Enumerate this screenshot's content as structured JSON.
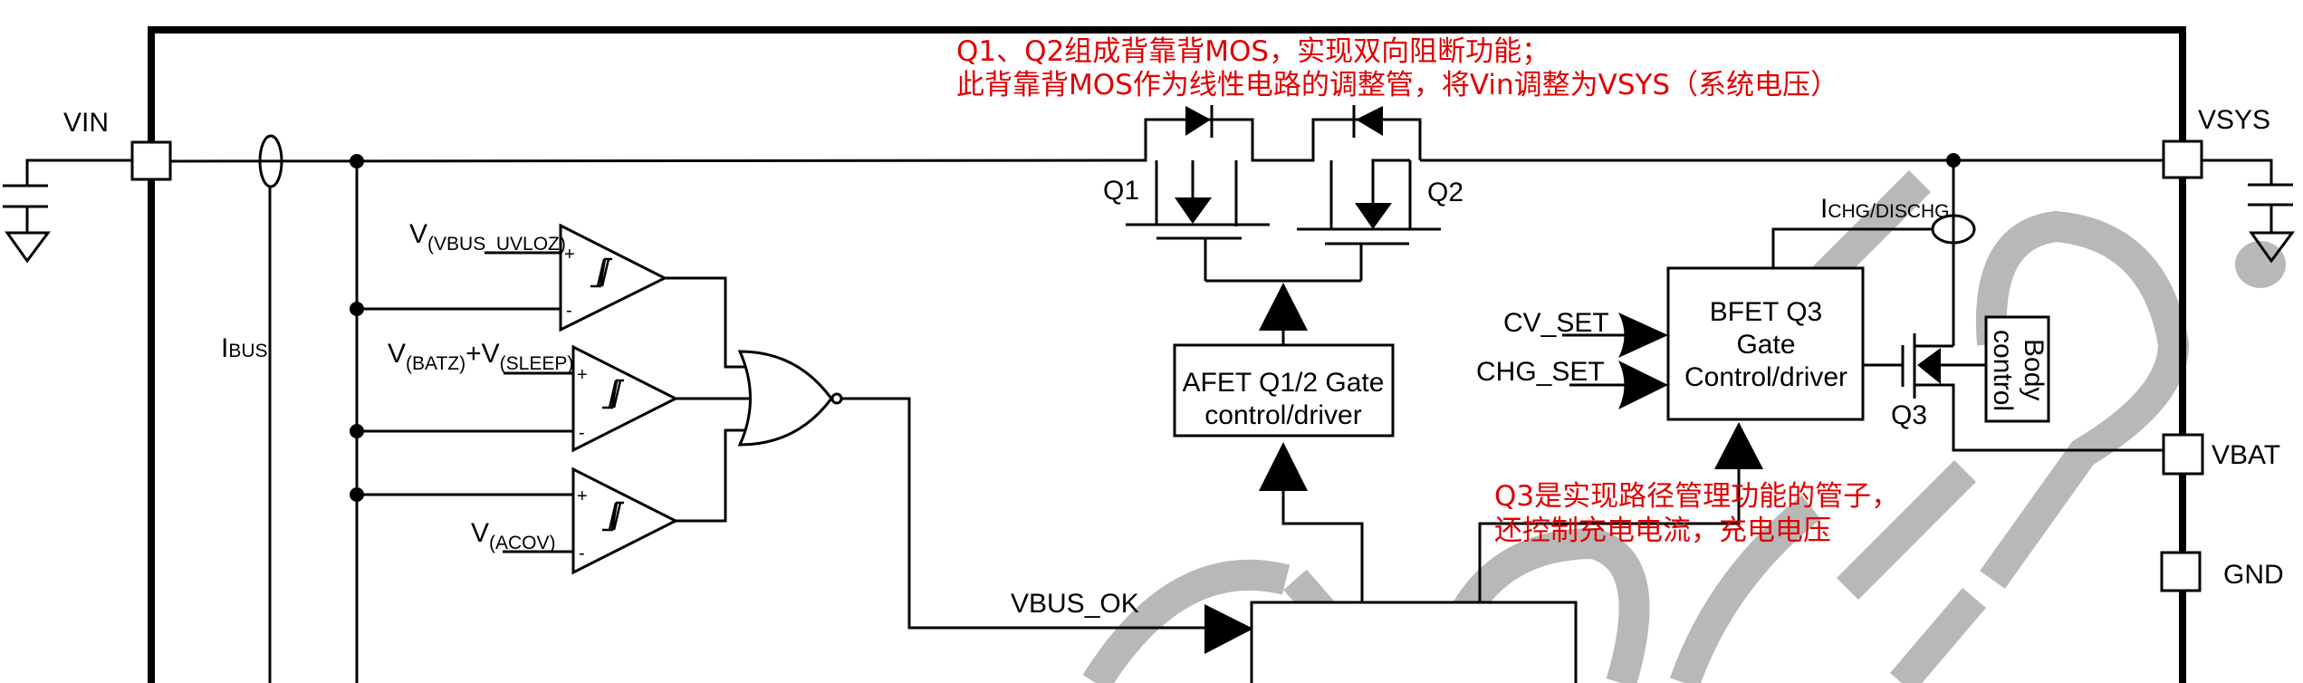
{
  "pins": {
    "vin": "VIN",
    "vsys": "VSYS",
    "vbat": "VBAT",
    "gnd": "GND"
  },
  "signals": {
    "ibus_main": "I",
    "ibus_sub": "BUS",
    "ichg_main": "I",
    "ichg_sub": "CHG/DISCHG",
    "vbus_ok": "VBUS_OK",
    "cv_set": "CV_SET",
    "chg_set": "CHG_SET"
  },
  "comparators": [
    {
      "ref_main": "V",
      "ref_sub": "(VBUS_UVLOZ)",
      "plus": "+",
      "minus": "-"
    },
    {
      "ref_main": "V",
      "ref_sub": "(BATZ)",
      "ref_join": "+V",
      "ref_sub2": "(SLEEP)",
      "plus": "+",
      "minus": "-"
    },
    {
      "ref_main": "V",
      "ref_sub": "(ACOV)",
      "plus": "+",
      "minus": "-"
    }
  ],
  "transistors": {
    "q1": "Q1",
    "q2": "Q2",
    "q3": "Q3"
  },
  "blocks": {
    "afet_line1": "AFET Q1/2  Gate",
    "afet_line2": "control/driver",
    "bfet_line1": "BFET Q3",
    "bfet_line2": "Gate",
    "bfet_line3": "Control/driver",
    "body_line1": "Body",
    "body_line2": "control"
  },
  "annotations": {
    "top_line1": "Q1、Q2组成背靠背MOS，实现双向阻断功能；",
    "top_line2": "此背靠背MOS作为线性电路的调整管，将Vin调整为VSYS（系统电压）",
    "q3_line1": "Q3是实现路径管理功能的管子，",
    "q3_line2": "还控制充电电流，充电电压"
  },
  "colors": {
    "annotation": "#e00000",
    "wire": "#000000",
    "watermark": "#b8b8b8"
  }
}
